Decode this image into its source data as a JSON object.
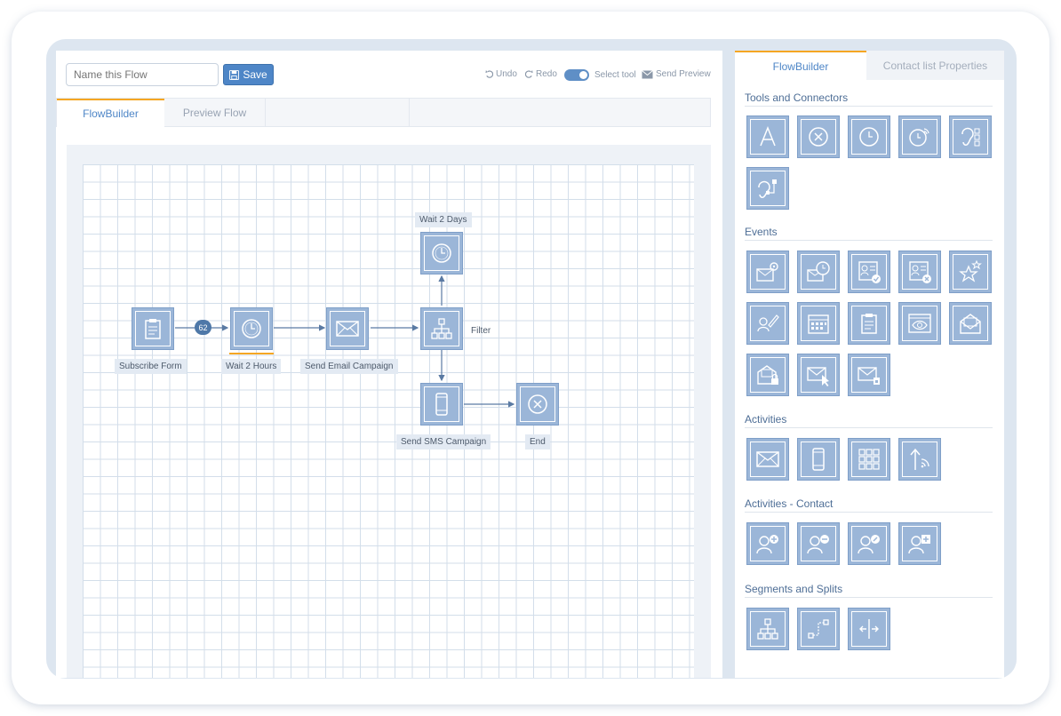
{
  "header": {
    "flow_name_placeholder": "Name this Flow",
    "save_label": "Save",
    "undo_label": "Undo",
    "redo_label": "Redo",
    "select_tool_label": "Select tool",
    "send_preview_label": "Send Preview"
  },
  "tabs": [
    {
      "label": "FlowBuilder",
      "active": true
    },
    {
      "label": "Preview Flow",
      "active": false
    }
  ],
  "flow": {
    "nodes": [
      {
        "label": "Subscribe Form",
        "icon": "clipboard-icon"
      },
      {
        "label": "Wait 2 Hours",
        "icon": "clock-icon"
      },
      {
        "label": "Send Email Campaign",
        "icon": "envelope-icon"
      },
      {
        "label": "Filter",
        "icon": "hierarchy-icon"
      },
      {
        "label": "Wait 2 Days",
        "icon": "clock-icon"
      },
      {
        "label": "Send SMS Campaign",
        "icon": "phone-icon"
      },
      {
        "label": "End",
        "icon": "x-circle-icon"
      }
    ],
    "badge_count": "62"
  },
  "panel": {
    "tabs": [
      {
        "label": "FlowBuilder",
        "active": true
      },
      {
        "label": "Contact list Properties",
        "active": false
      }
    ],
    "sections": [
      {
        "title": "Tools and Connectors",
        "tools": [
          "text-tool-icon",
          "x-circle-icon",
          "clock-icon",
          "clock-signal-icon",
          "ear-list-icon",
          "ear-connector-icon"
        ]
      },
      {
        "title": "Events",
        "tools": [
          "email-gear-icon",
          "email-clock-icon",
          "contact-check-icon",
          "contact-x-icon",
          "stars-icon",
          "signature-icon",
          "calendar-icon",
          "clipboard-icon",
          "eye-browser-icon",
          "email-open-icon",
          "email-lock-icon",
          "email-click-icon",
          "email-attach-icon"
        ]
      },
      {
        "title": "Activities",
        "tools": [
          "envelope-icon",
          "phone-icon",
          "grid-icon",
          "upload-signal-icon"
        ]
      },
      {
        "title": "Activities - Contact",
        "tools": [
          "contact-add-icon",
          "contact-remove-icon",
          "contact-edit-icon",
          "contact-add-alt-icon"
        ]
      },
      {
        "title": "Segments and Splits",
        "tools": [
          "hierarchy-icon",
          "path-split-icon",
          "split-arrows-icon"
        ]
      }
    ]
  },
  "colors": {
    "accent": "#4e86c7",
    "tab_highlight": "#f5a623",
    "node_fill": "#9bb6d8"
  }
}
